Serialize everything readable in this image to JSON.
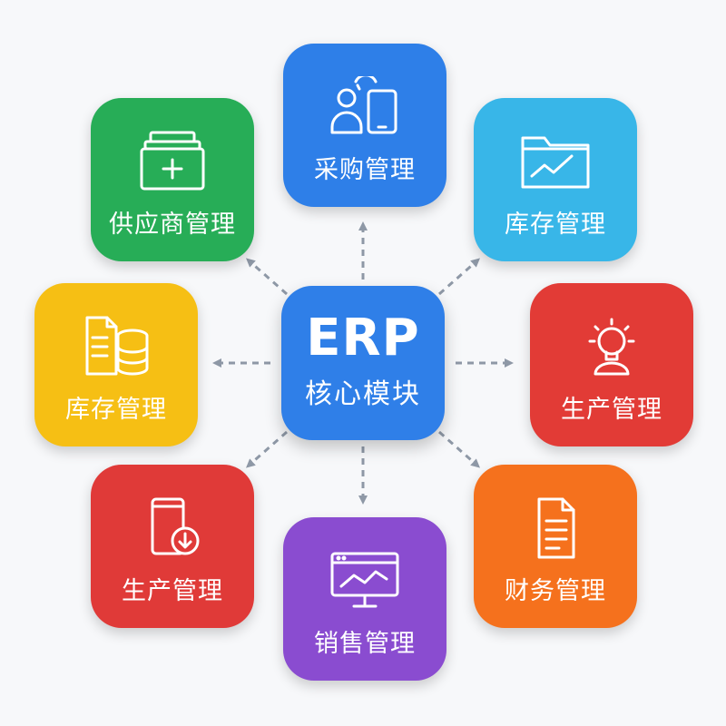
{
  "center": {
    "title": "ERP",
    "subtitle": "核心模块",
    "color": "#2f7fe8"
  },
  "modules": [
    {
      "label": "采购管理",
      "icon": "people-phone-icon",
      "color": "#2e7fe8"
    },
    {
      "label": "库存管理",
      "icon": "folder-chart-icon",
      "color": "#38b6e8"
    },
    {
      "label": "生产管理",
      "icon": "lightbulb-icon",
      "color": "#e23b36"
    },
    {
      "label": "财务管理",
      "icon": "document-icon",
      "color": "#f5711d"
    },
    {
      "label": "销售管理",
      "icon": "monitor-chart-icon",
      "color": "#8a4cd0"
    },
    {
      "label": "生产管理",
      "icon": "tablet-download-icon",
      "color": "#e03a38"
    },
    {
      "label": "库存管理",
      "icon": "file-database-icon",
      "color": "#f6bf14"
    },
    {
      "label": "供应商管理",
      "icon": "box-add-icon",
      "color": "#27ad57"
    }
  ]
}
